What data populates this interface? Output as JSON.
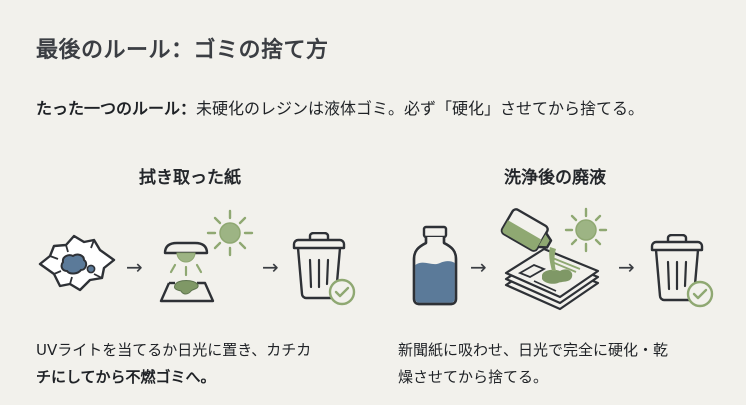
{
  "title": "最後のルール：ゴミの捨て方",
  "rule": {
    "prefix": "たった一つのルール：",
    "text": "未硬化のレジンは液体ゴミ。必ず「硬化」させてから捨てる。"
  },
  "colors": {
    "background": "#f2f1ec",
    "text": "#2c2f33",
    "resin_blue": "#5b7a99",
    "uv_green": "#8fa872",
    "outline": "#3a3d42"
  },
  "sections": [
    {
      "heading": "拭き取った紙",
      "steps": [
        {
          "icon": "stained-paper-icon"
        },
        {
          "icon": "uv-lamp-and-sun-icon"
        },
        {
          "icon": "trash-can-check-icon"
        }
      ],
      "arrows": [
        "→",
        "→"
      ],
      "description_line1": "UVライトを当てるか日光に置き、カチカ",
      "description_line2": "チにしてから不燃ゴミへ。"
    },
    {
      "heading": "洗浄後の廃液",
      "steps": [
        {
          "icon": "bottle-liquid-icon"
        },
        {
          "icon": "pour-onto-newspaper-sun-icon"
        },
        {
          "icon": "trash-can-check-icon"
        }
      ],
      "arrows": [
        "→",
        "→"
      ],
      "description_line1": "新聞紙に吸わせ、日光で完全に硬化・乾",
      "description_line2": "燥させてから捨てる。"
    }
  ]
}
